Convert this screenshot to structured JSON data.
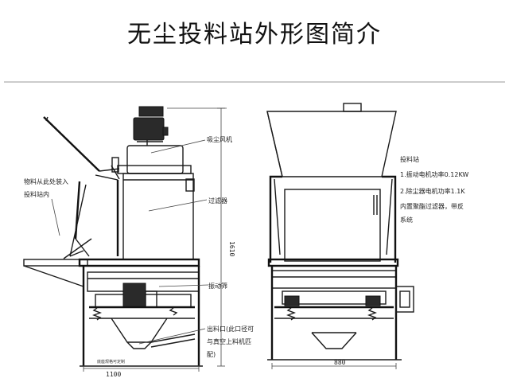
{
  "title": "无尘投料站外形图简介",
  "labels": {
    "inlet_line1": "物料从此处装入",
    "inlet_line2": "投料站内",
    "fan": "吸尘风机",
    "filter": "过滤器",
    "screen": "振动筛",
    "outlet_line1": "出料口(此口径可",
    "outlet_line2": "与真空上料机匹",
    "outlet_line3": "配)",
    "base_note": "底座规格可定制",
    "spec_title": "投料站",
    "spec_1": "1.振动电机功率0.12KW",
    "spec_2": "2.除尘器电机功率1.1K",
    "spec_3": "内置聚酯过滤器，带反",
    "spec_4": "系统"
  },
  "dimensions": {
    "height": "1610",
    "width_side": "1100",
    "width_front": "880"
  }
}
